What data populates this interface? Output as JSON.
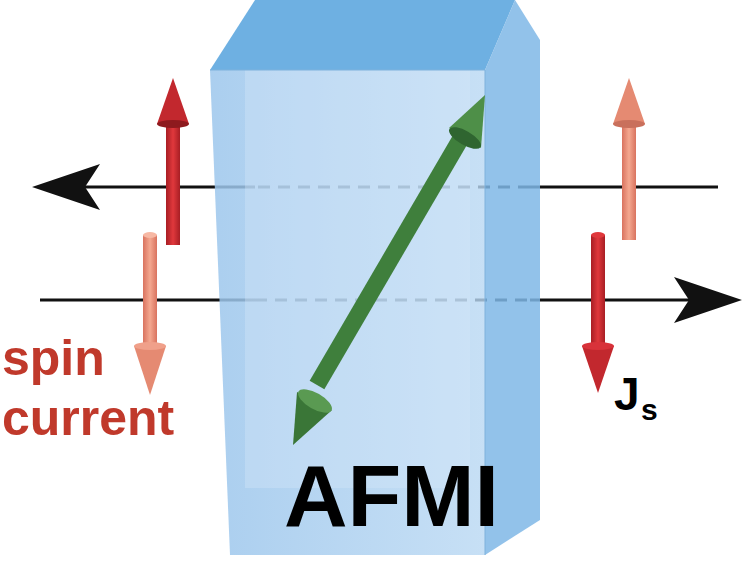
{
  "diagram": {
    "nodes": [
      {
        "text": [
          "AFMI"
        ]
      }
    ],
    "labels": [
      "spin current",
      "J",
      "s"
    ]
  }
}
